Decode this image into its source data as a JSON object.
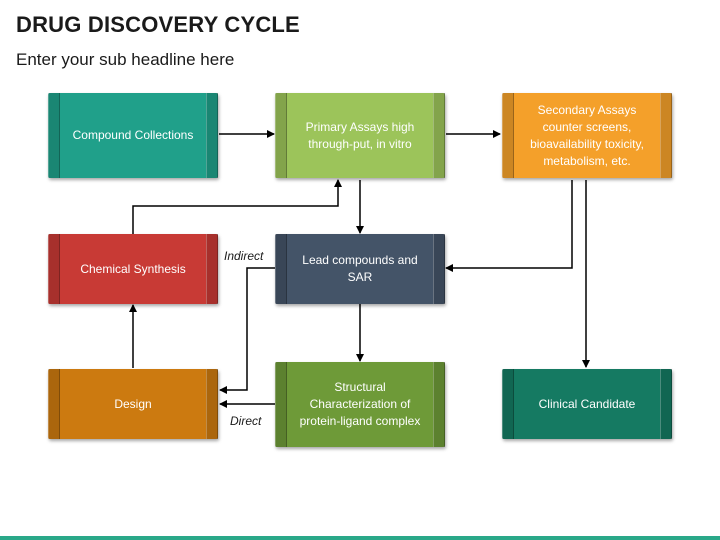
{
  "header": {
    "title": "DRUG DISCOVERY CYCLE",
    "subtitle": "Enter your sub headline here"
  },
  "nodes": {
    "compound": {
      "label": "Compound Collections",
      "color": "#20a08a"
    },
    "primary": {
      "label": "Primary Assays high through-put, in vitro",
      "color": "#9cc45a"
    },
    "secondary": {
      "label": "Secondary Assays counter screens, bioavailability toxicity, metabolism, etc.",
      "color": "#f4a02a"
    },
    "chemical": {
      "label": "Chemical Synthesis",
      "color": "#c83a35"
    },
    "lead": {
      "label": "Lead compounds and SAR",
      "color": "#445468"
    },
    "design": {
      "label": "Design",
      "color": "#cc7a10"
    },
    "structural": {
      "label": "Structural Characterization of protein-ligand complex",
      "color": "#6e9a38"
    },
    "clinical": {
      "label": "Clinical Candidate",
      "color": "#157a62"
    }
  },
  "edges": {
    "indirect_label": "Indirect",
    "direct_label": "Direct"
  },
  "theme": {
    "arrow_color": "#000000",
    "footer_color": "#2aa889"
  }
}
